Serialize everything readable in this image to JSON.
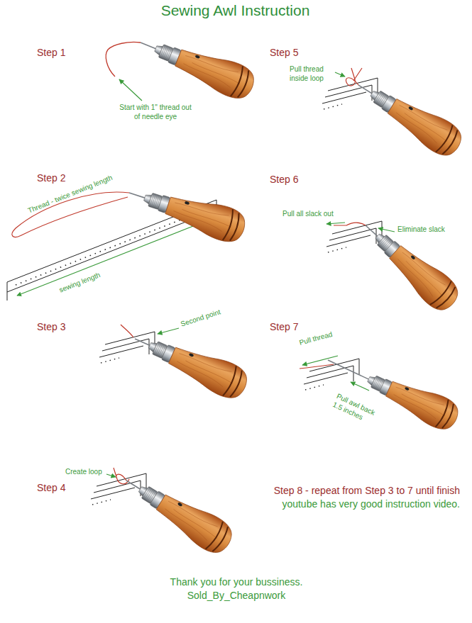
{
  "diagram": {
    "title": "Sewing Awl Instruction",
    "caption": "Thank you for your bussiness. Sold_By_Cheapnwork",
    "labels": [
      "Step 1",
      "Start with 1\" thread out of needle eye",
      "Step 5",
      "Pull thread inside loop",
      "Step 2",
      "Thread - twice sewing length",
      "sewing length",
      "Step 6",
      "Pull all slack out",
      "Eliminate slack",
      "Step 3",
      "Second point",
      "Step 7",
      "Pull thread",
      "Pull awl back 1.5 inches",
      "Step 4",
      "Create loop",
      "Step 8 - repeat from Step 3 to 7 until finish",
      "youtube has very good instruction video."
    ]
  }
}
